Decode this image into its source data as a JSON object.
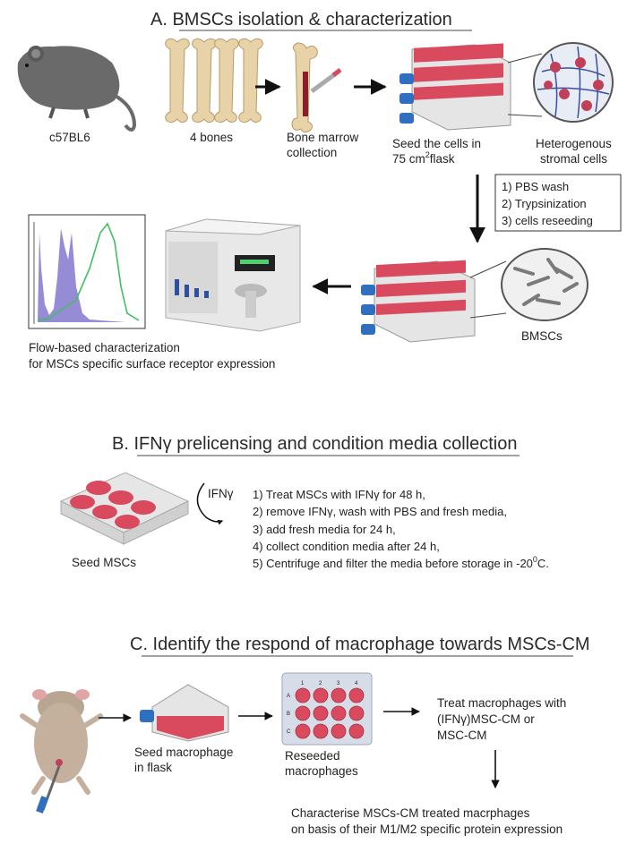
{
  "section_a": {
    "title": "A.   BMSCs isolation & characterization",
    "mouse_label": "c57BL6",
    "bones_label": "4 bones",
    "marrow_label": [
      "Bone marrow",
      "collection"
    ],
    "seed_label": [
      "Seed the cells in",
      "75 cm",
      "2",
      "flask"
    ],
    "stromal_label": [
      "Heterogenous",
      "stromal cells"
    ],
    "steps": [
      "1)   PBS wash",
      "2)   Trypsinization",
      "3)   cells reseeding"
    ],
    "bmscs_label": "BMSCs",
    "flow_label": [
      "Flow-based characterization",
      "for MSCs specific surface receptor expression"
    ]
  },
  "section_b": {
    "title": "B. IFNγ prelicensing and condition media collection",
    "ifn_label": "IFNγ",
    "seed_label": "Seed MSCs",
    "steps": [
      "1)   Treat MSCs with IFNγ for 48 h,",
      "2) remove IFNγ, wash with PBS and fresh media,",
      "3) add fresh media for 24 h,",
      "4) collect condition media after 24 h,",
      "5) Centrifuge and filter the media before storage in -20",
      "0",
      "C."
    ]
  },
  "section_c": {
    "title": "C. Identify the respond of macrophage towards MSCs-CM",
    "seed_label": [
      "Seed macrophage",
      "in flask"
    ],
    "reseed_label": [
      "Reseeded",
      "macrophages"
    ],
    "plate_cols": [
      "1",
      "2",
      "3",
      "4"
    ],
    "plate_rows": [
      "A",
      "B",
      "C"
    ],
    "treat_label": [
      "Treat macrophages with",
      "(IFNγ)MSC-CM or",
      "MSC-CM"
    ],
    "final_label": [
      "Characterise MSCs-CM treated macrphages",
      "on basis of their M1/M2 specific protein expression"
    ]
  },
  "colors": {
    "media": "#d94a5f",
    "cap": "#2f6fc0",
    "flow_fill": "#8b7fd0",
    "flow_line": "#3fbf5f",
    "mouse": "#6a6a6a",
    "bone": "#e8d3a8"
  }
}
